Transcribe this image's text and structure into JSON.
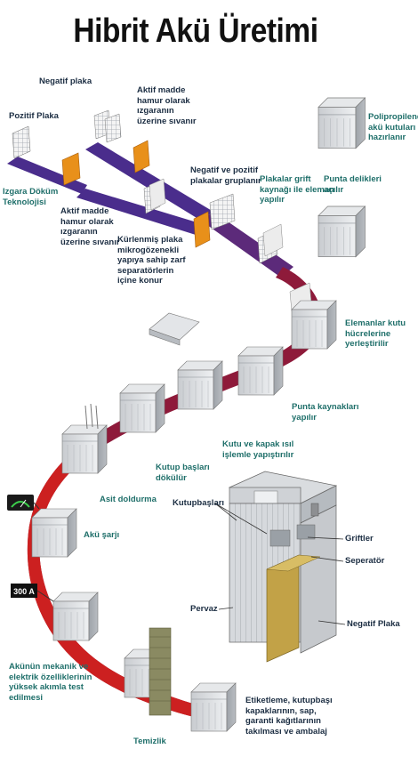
{
  "title": "Hibrit Akü Üretimi",
  "labels": {
    "negatif_plaka": "Negatif plaka",
    "pozitif_plaka": "Pozitif Plaka",
    "izgara_dokum": "Izgara Döküm\nTeknolojisi",
    "aktif_madde_ust": "Aktif madde\nhamur olarak\nızgaranın\nüzerine sıvanır",
    "aktif_madde_alt": "Aktif madde\nhamur olarak\nızgaranın\nüzerine sıvanır",
    "kurlenmis_plaka": "Kürlenmiş plaka\nmikrogözenekli\nyapıya sahip zarf\nseparatörlerin\niçine konur",
    "negatif_pozitif_gruplanir": "Negatif ve pozitif\nplakalar gruplanır",
    "grift_kaynagi": "Plakalar grift\nkaynağı ile eleman\nyapılır",
    "punta_delikleri": "Punta delikleri\naçılır",
    "polipropilen": "Polipropilenden\nakü kutuları\nhazırlanır",
    "elemanlar_kutu": "Elemanlar kutu\nhücrelerine\nyerleştirilir",
    "punta_kaynaklari": "Punta kaynakları\nyapılır",
    "kutu_kapak": "Kutu ve kapak ısıl\nişlemle yapıştırılır",
    "kutup_baslari": "Kutup başları\ndökülür",
    "asit_doldurma": "Asit doldurma",
    "aku_sarji": "Akü şarjı",
    "akunun_test": "Akünün mekanik ve\nelektrik özelliklerinin\nyüksek akımla test\nedilmesi",
    "temizlik": "Temizlik",
    "etiketleme": "Etiketleme, kutupbaşı\nkapaklarının, sap,\ngaranti kağıtlarının\ntakılması ve ambalaj",
    "kutupbaslari_cut": "Kutupbaşları",
    "griftler": "Griftler",
    "seperator": "Seperatör",
    "pervaz": "Pervaz",
    "negatif_plaka_cut": "Negatif Plaka"
  },
  "meters": {
    "charger_display": "",
    "tester_display": "300 A"
  },
  "colors": {
    "belt_purple": "#4a2d8c",
    "belt_maroon": "#8e1a3a",
    "belt_red": "#cc2020",
    "plate_orange": "#e8901a",
    "label_teal": "#1f6f6a",
    "label_dark": "#1b2d42"
  }
}
